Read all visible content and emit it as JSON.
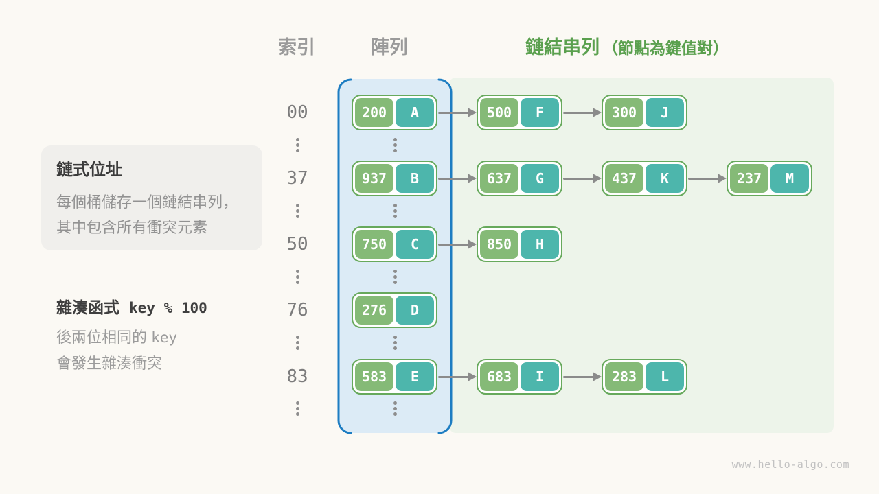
{
  "headers": {
    "index_label": "索引",
    "array_label": "陣列",
    "list_label": "鏈結串列",
    "list_note": "（節點為鍵值對）"
  },
  "info_box": {
    "title": "鏈式位址",
    "line1": "每個桶儲存一個鏈結串列，",
    "line2": "其中包含所有衝突元素"
  },
  "hash_note": {
    "title_text": "雜湊函式",
    "title_code": "key % 100",
    "line1_text": "後兩位相同的",
    "line1_code": "key",
    "line2": "會發生雜湊衝突"
  },
  "buckets": [
    {
      "index": "00",
      "chain": [
        {
          "key": "200",
          "value": "A"
        },
        {
          "key": "500",
          "value": "F"
        },
        {
          "key": "300",
          "value": "J"
        }
      ]
    },
    {
      "index": "37",
      "chain": [
        {
          "key": "937",
          "value": "B"
        },
        {
          "key": "637",
          "value": "G"
        },
        {
          "key": "437",
          "value": "K"
        },
        {
          "key": "237",
          "value": "M"
        }
      ]
    },
    {
      "index": "50",
      "chain": [
        {
          "key": "750",
          "value": "C"
        },
        {
          "key": "850",
          "value": "H"
        }
      ]
    },
    {
      "index": "76",
      "chain": [
        {
          "key": "276",
          "value": "D"
        }
      ]
    },
    {
      "index": "83",
      "chain": [
        {
          "key": "583",
          "value": "E"
        },
        {
          "key": "683",
          "value": "I"
        },
        {
          "key": "283",
          "value": "L"
        }
      ]
    }
  ],
  "colors": {
    "key_green": "#85ba77",
    "value_teal": "#4db6ac",
    "node_border_green": "#67a95c",
    "list_header_green": "#5aa04e",
    "array_stroke_blue": "#1d7dc2",
    "array_fill_blue": "#dcebf6",
    "list_panel_green": "#edf4ea",
    "arrow_gray": "#8b8b8b",
    "background": "#fbf9f4"
  },
  "footer": {
    "url": "www.hello-algo.com"
  }
}
